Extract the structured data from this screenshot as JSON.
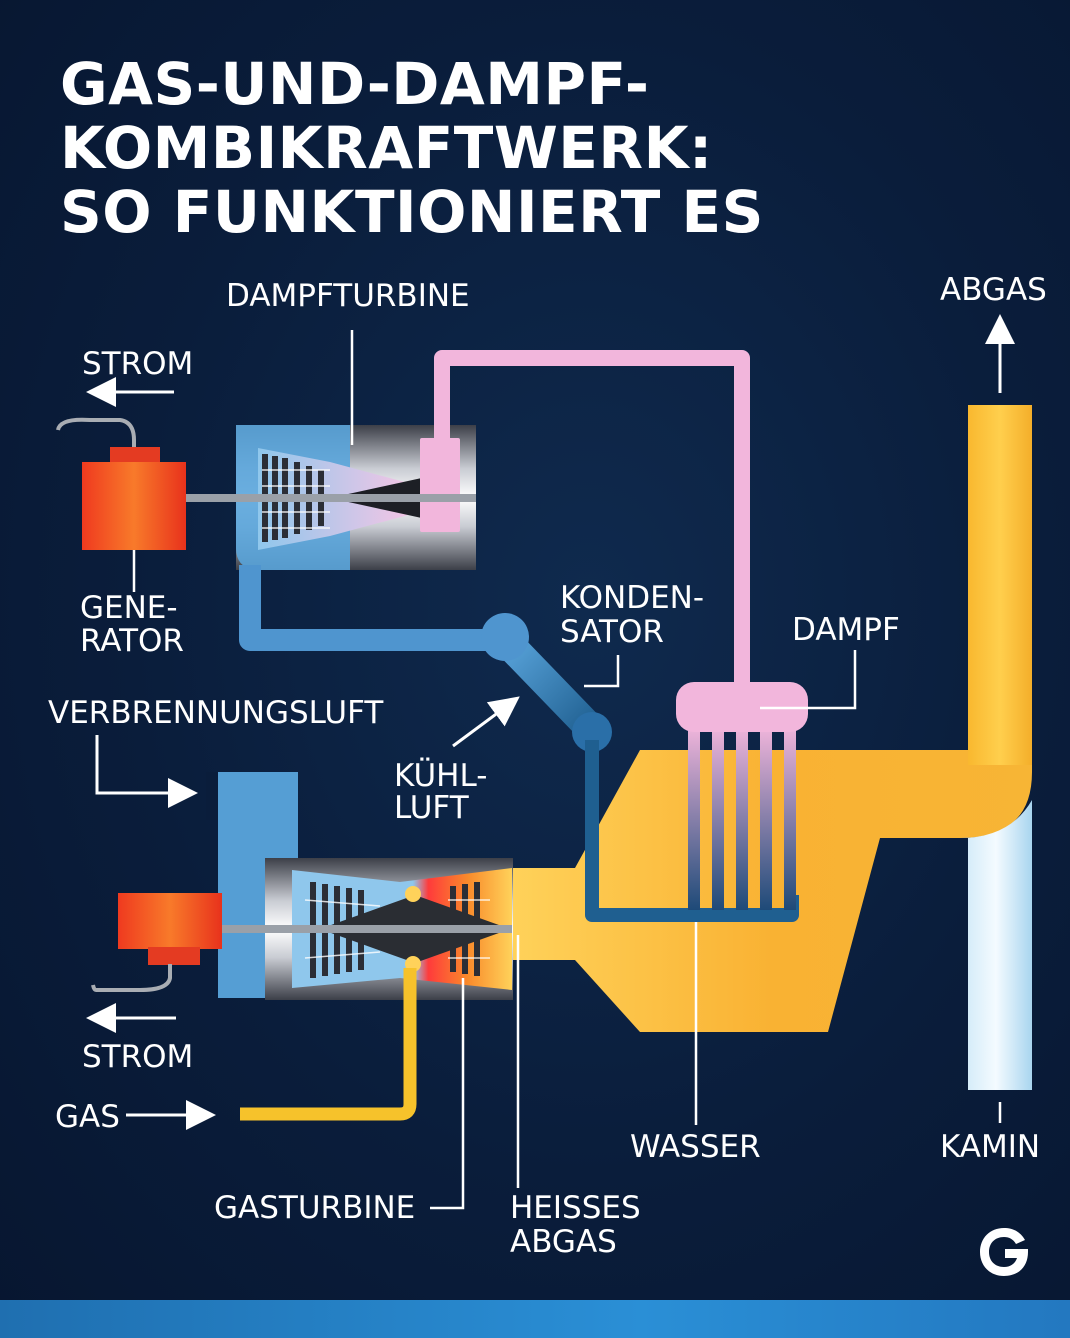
{
  "title": {
    "line1": "GAS-UND-DAMPF-",
    "line2": "KOMBIKRAFTWERK:",
    "line3": "SO FUNKTIONIERT ES"
  },
  "labels": {
    "dampfturbine": "DAMPFTURBINE",
    "strom_top": "STROM",
    "generator_1": "GENE-",
    "generator_2": "RATOR",
    "kondensator_1": "KONDEN-",
    "kondensator_2": "SATOR",
    "dampf": "DAMPF",
    "abgas": "ABGAS",
    "verbrennungsluft": "VERBRENNUNGSLUFT",
    "kuehlluft_1": "KÜHL-",
    "kuehlluft_2": "LUFT",
    "strom_bottom": "STROM",
    "gas": "GAS",
    "wasser": "WASSER",
    "kamin": "KAMIN",
    "gasturbine": "GASTURBINE",
    "heisses_abgas_1": "HEISSES",
    "heisses_abgas_2": "ABGAS"
  },
  "logo": "G",
  "colors": {
    "background": "#0a1d3b",
    "exhaust": "#f7b535",
    "steam": "#f2b6dc",
    "water": "#4f95cf",
    "generator": "#f0452a",
    "gas_line": "#f6c22b",
    "bottom_bar": "#2a8fd6"
  }
}
